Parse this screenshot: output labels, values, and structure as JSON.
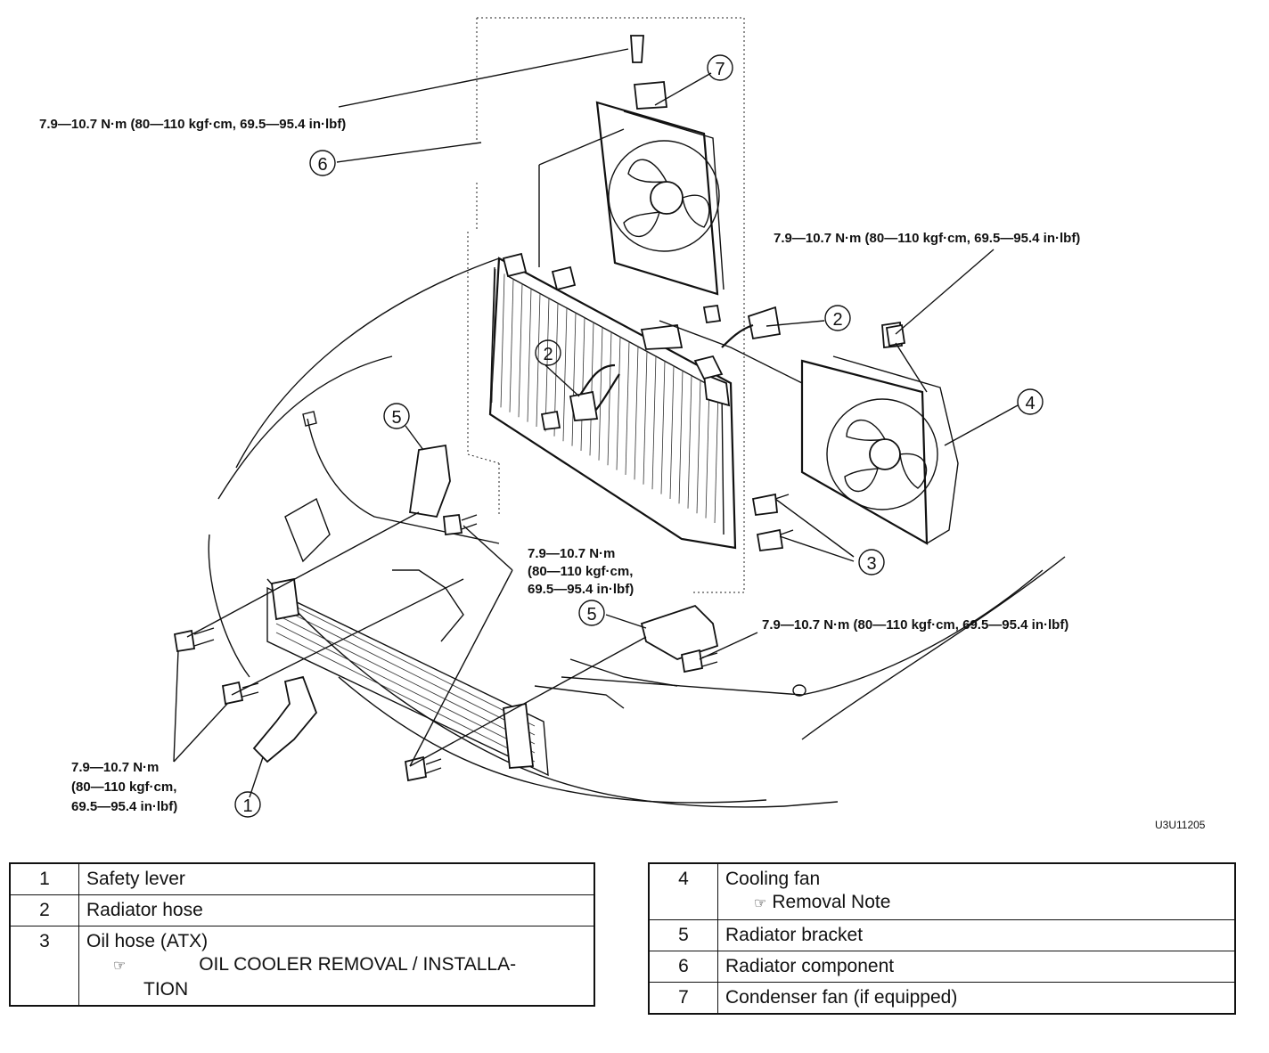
{
  "torque_spec": "7.9—10.7 N·m (80—110 kgf·cm, 69.5—95.4 in·lbf)",
  "torque_spec_lines": [
    "7.9—10.7 N·m",
    "(80—110 kgf·cm,",
    "69.5—95.4 in·lbf)"
  ],
  "figure_code": "U3U11205",
  "callouts": [
    "1",
    "2",
    "3",
    "4",
    "5",
    "6",
    "7"
  ],
  "legend_left": [
    {
      "num": "1",
      "name": "Safety lever"
    },
    {
      "num": "2",
      "name": "Radiator hose"
    },
    {
      "num": "3",
      "name": "Oil hose (ATX)",
      "ref": "OIL COOLER REMOVAL / INSTALLA-",
      "ref2": "TION"
    }
  ],
  "legend_right": [
    {
      "num": "4",
      "name": "Cooling fan",
      "ref": "Removal Note"
    },
    {
      "num": "5",
      "name": "Radiator bracket"
    },
    {
      "num": "6",
      "name": "Radiator component"
    },
    {
      "num": "7",
      "name": "Condenser fan (if equipped)"
    }
  ],
  "icons": {
    "reference": "pointing-hand-icon"
  }
}
